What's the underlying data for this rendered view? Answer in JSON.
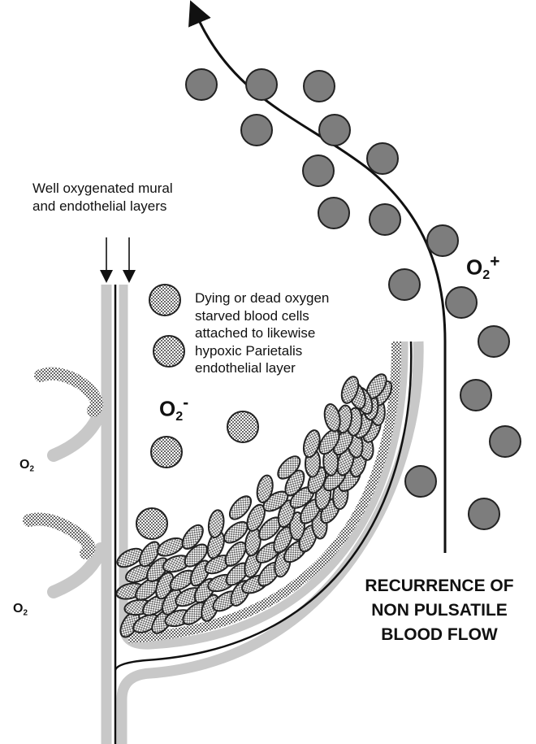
{
  "labels": {
    "well_oxygenated_line1": "Well oxygenated mural",
    "well_oxygenated_line2": "and endothelial layers",
    "dying_line1": "Dying or dead oxygen",
    "dying_line2": "starved blood cells",
    "dying_line3": "attached to likewise",
    "dying_line4": "hypoxic Parietalis",
    "dying_line5": "endothelial layer",
    "recurrence_line1": "RECURRENCE OF",
    "recurrence_line2": "NON PULSATILE",
    "recurrence_line3": "BLOOD FLOW"
  },
  "chem": {
    "o2_symbol": "O",
    "o2_subscript": "2",
    "plus_sign": "+",
    "minus_sign": "-"
  },
  "colors": {
    "healthy_cell": "#7d7d7d",
    "hypoxic_pattern": "#6a6a6a",
    "wall_gray": "#c8c8c8",
    "line": "#111111"
  }
}
